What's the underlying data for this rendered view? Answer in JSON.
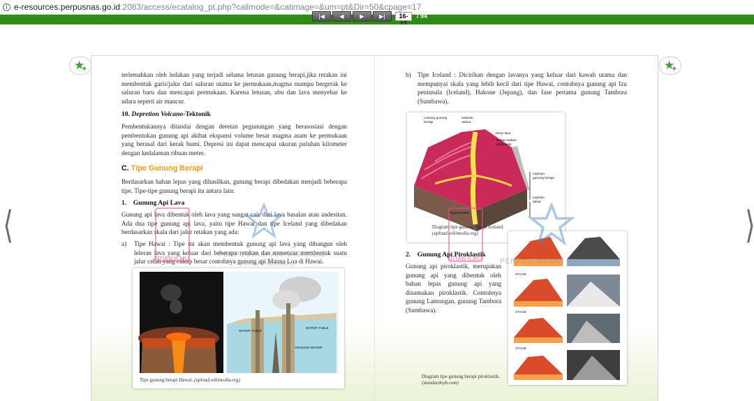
{
  "browser": {
    "url_domain": "e-resources.perpusnas.go.id",
    "url_rest": ":2083/access/ecatalog_pt.php?callmode=&catimage=&um=pt&Dir=50&cpage=17"
  },
  "toolbar": {
    "first_icon": "first-page-icon",
    "prev_icon": "prev-page-icon",
    "next_icon": "next-page-icon",
    "last_icon": "last-page-icon",
    "page_value": "16-17",
    "page_total": "/ 94",
    "accent_color": "#2f8b16"
  },
  "page_left": {
    "para1": "terlemahkan oleh ledakan yang terjadi selama letusan gunung berapi,jika retakan ini membentuk garis/jalur dari saluran utama ke permukaan,magma mampu bergerak ke saluran baru dan mencapai permukaan. Karena letusan, abu dan lava menyebar ke udara seperti air mancur.",
    "h10_num": "10.",
    "h10_italic": "Depretion Volcano",
    "h10_rest": "-Tektonik",
    "para2": "Pembentukannya ditandai dengan deretan pegunungan yang berasosiasi dengan pembentukan gunung api akibat ekspansi volume besar magma asam ke permukaan yang berasal dari kerak bumi. Depresi ini dapat mencapai ukuran puluhan kilometer dengan kedalaman ribuan meter.",
    "hC_letter": "C.",
    "hC_title": "Tipe Gunung Berapi",
    "para3": "Berdasarkan bahan lepas yang dihasilkan, gunung berapi dibedakan menjadi beberapa tipe. Tipe-tipe gunung berapi itu antara lain:",
    "h1": "1.    Gunung Api Lava",
    "para4": "Gunung api lava dibentuk oleh lava yang sangat cair dari lava basalan atau andesitan. Ada dua tipe gunung api lava, yaitu tipe Hawai dan tipe Iceland yang dibedakan berdasarkan skala dari jalur retakan yang ada:",
    "item_a_marker": "a)",
    "item_a": "Tipe Hawai : Tipe ini akan membentuk gunung api lava yang dibangun oleh leleran lava yang keluar dari beberapa retakan dan menencar membentuk suatu jalur celah yang cukup besar contohnya gunung api Mauna Loa di Hawai.",
    "fig_caption": "Tipe gunung berapi Hawai.",
    "fig_caption_src": "(upload.wikimedia.org)",
    "fig_labels": [
      "WATER TABLE",
      "WATER TABLE",
      "GROUND WATER"
    ]
  },
  "page_right": {
    "item_b_marker": "b)",
    "item_b": "Tipe Iceland : Dicirikan dengan lavanya yang keluar dari kawah utama dan mempunyai skala yang lebih kecil dari tipe Hawai, contohnya gunung api Izu peninsula (Iceland), Hakone (Jepang), dan fase pertama gunung Tambora (Sumbawa).",
    "fig_labels": [
      "Lubang gunung berapi",
      "Saluran utama",
      "Aliran lava",
      "Bahan-bahan piroklastik",
      "Lapisan gunung berapi",
      "Lapisan dasar",
      "Magma padat"
    ],
    "fig_caption": "Diagram tipe gunung berapi Iceland.",
    "fig_caption_src": "(upload.wikimedia.org)",
    "h2": "2.    Gunung Api Piroklastik",
    "para5": "Gunung api piroklastik, merupakan gunung api yang dibentuk oleh bahan lepas gunung api yang dinamakan piroklastik. Contohnya gunung Lamongan, gunung Tambora (Sumbawa).",
    "fig2_caption": "Diagram tipe gunung berapi piroklastik.",
    "fig2_caption_src": "(standardoyb.com)",
    "fig2_labels": [
      "STAGE",
      "STAGE",
      "STAGE"
    ]
  },
  "watermark": {
    "line1": "PERPUSTAKAAN NASIONAL",
    "line2": "REPUBLIK INDONESIA",
    "right_line1": "PERPUSTAKAAN NA",
    "pink_logo": "TITIAN ILMU"
  },
  "nav": {
    "left_arrow": "❬",
    "right_arrow": "❭",
    "bookmark_glyph": "★",
    "bookmark_plus": "+"
  }
}
